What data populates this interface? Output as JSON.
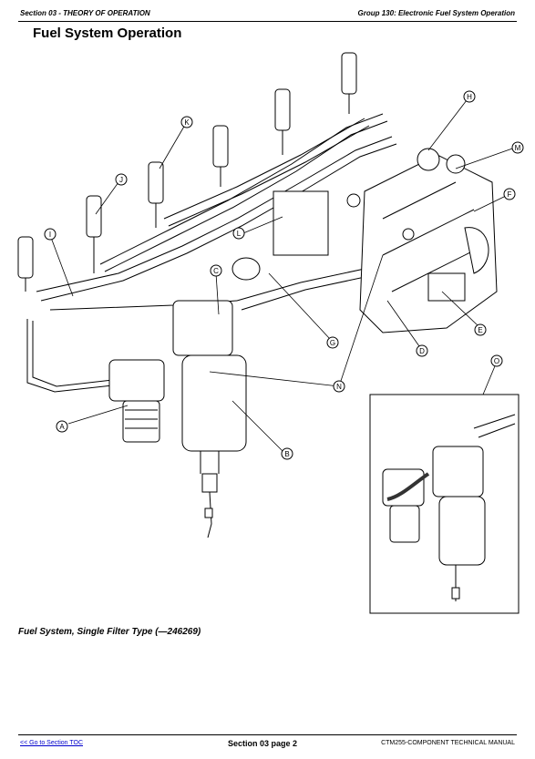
{
  "header": {
    "left": "Section 03 - THEORY OF OPERATION",
    "right": "Group 130: Electronic Fuel System Operation"
  },
  "page_title": "Fuel System Operation",
  "figure": {
    "callouts": [
      "A",
      "B",
      "C",
      "D",
      "E",
      "F",
      "G",
      "H",
      "I",
      "J",
      "K",
      "L",
      "M",
      "N",
      "O"
    ]
  },
  "caption": "Fuel System, Single Filter Type (—246269)",
  "footer": {
    "toc_link": "<< Go to Section TOC",
    "page": "Section 03 page 2",
    "manual": "CTM255-COMPONENT TECHNICAL MANUAL"
  }
}
